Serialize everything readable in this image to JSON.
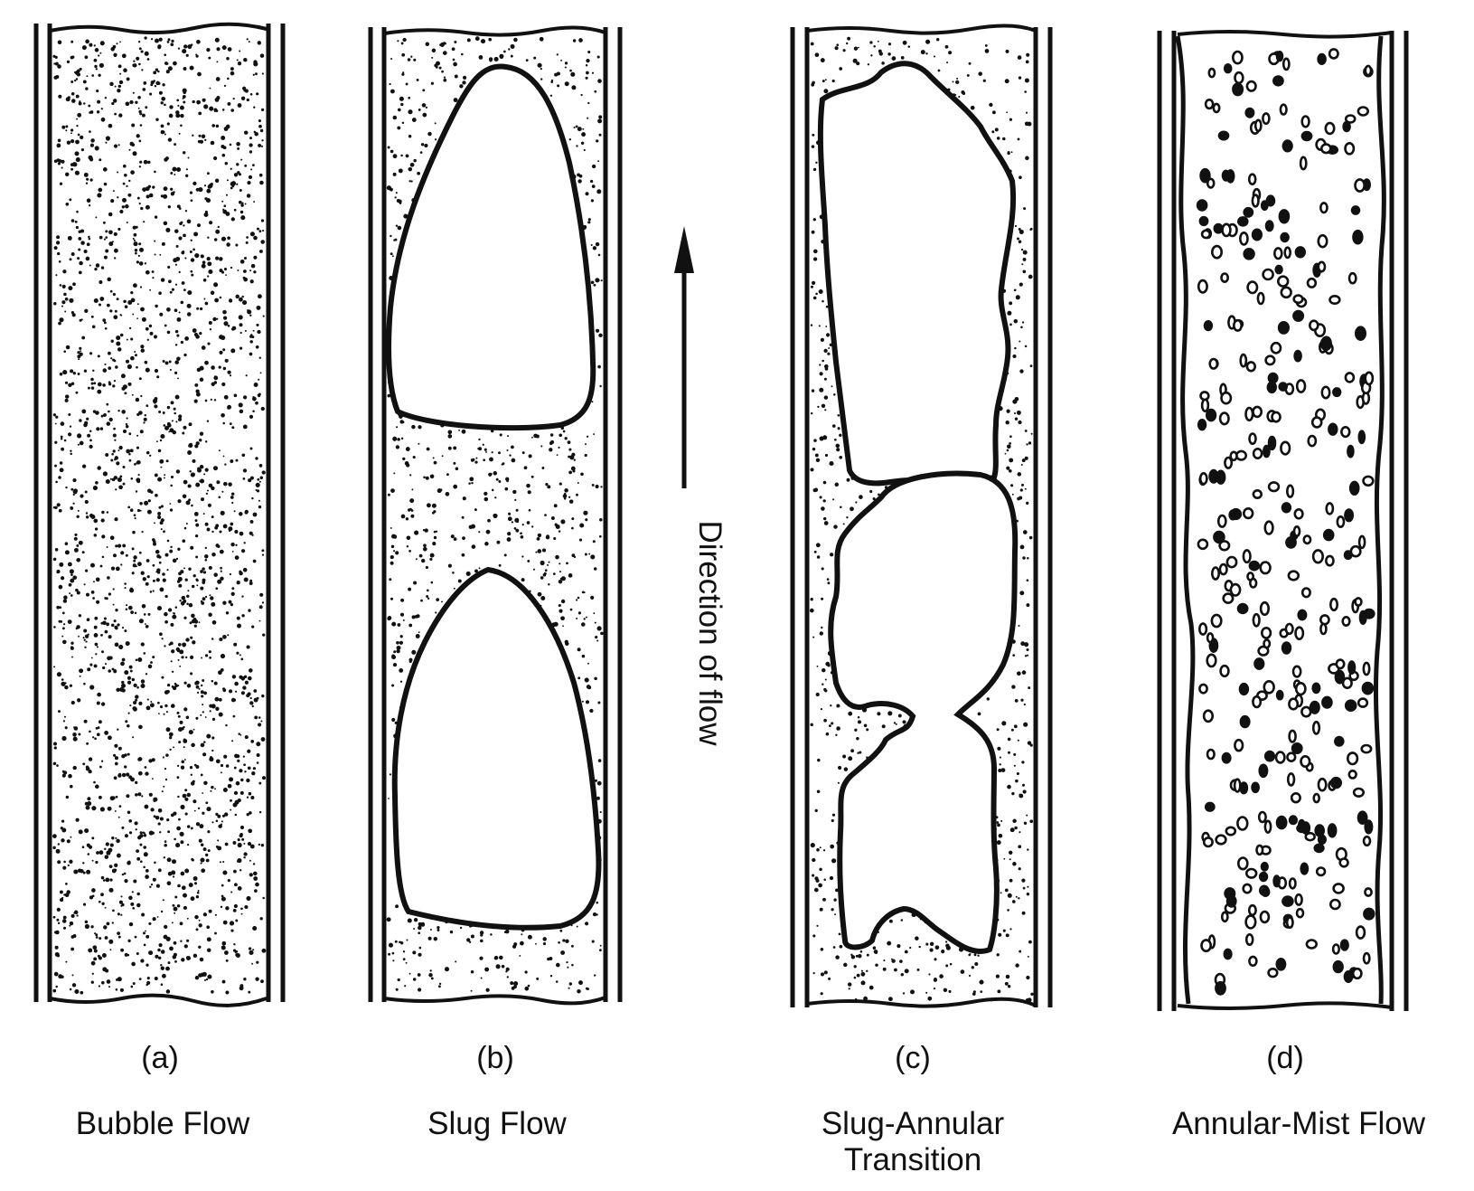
{
  "panels": [
    {
      "id": "a",
      "letter": "(a)",
      "name": "Bubble Flow"
    },
    {
      "id": "b",
      "letter": "(b)",
      "name": "Slug Flow"
    },
    {
      "id": "c",
      "letter": "(c)",
      "name": "Slug-Annular",
      "name_line2": "Transition"
    },
    {
      "id": "d",
      "letter": "(d)",
      "name": "Annular-Mist Flow"
    }
  ],
  "arrow": {
    "label": "Direction of flow"
  },
  "colors": {
    "ink": "#111111",
    "paper": "#ffffff"
  }
}
